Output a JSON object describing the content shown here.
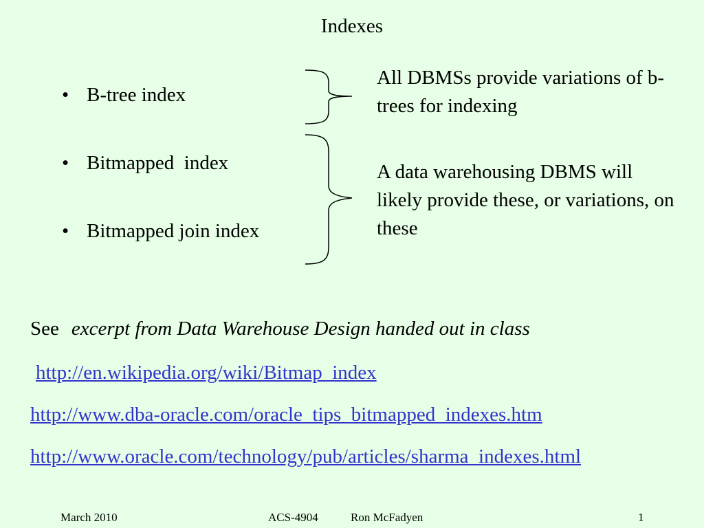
{
  "title": "Indexes",
  "bullets": [
    {
      "marker": "•",
      "text": "B-tree index"
    },
    {
      "marker": "•",
      "text": "Bitmapped  index"
    },
    {
      "marker": "•",
      "text": "Bitmapped join index"
    }
  ],
  "notes": [
    "All DBMSs provide variations of b-trees for indexing",
    "A data warehousing DBMS will likely provide these, or variations, on these"
  ],
  "see": {
    "prefix": "See",
    "text": "excerpt from Data Warehouse Design handed out in class"
  },
  "links": [
    "http://en.wikipedia.org/wiki/Bitmap_index",
    "http://www.dba-oracle.com/oracle_tips_bitmapped_indexes.htm",
    "http://www.oracle.com/technology/pub/articles/sharma_indexes.html"
  ],
  "footer": {
    "date": "March 2010",
    "course": "ACS-4904",
    "author": "Ron McFadyen",
    "page": "1"
  },
  "colors": {
    "background": "#E6FFE6",
    "link": "#3333CC"
  }
}
